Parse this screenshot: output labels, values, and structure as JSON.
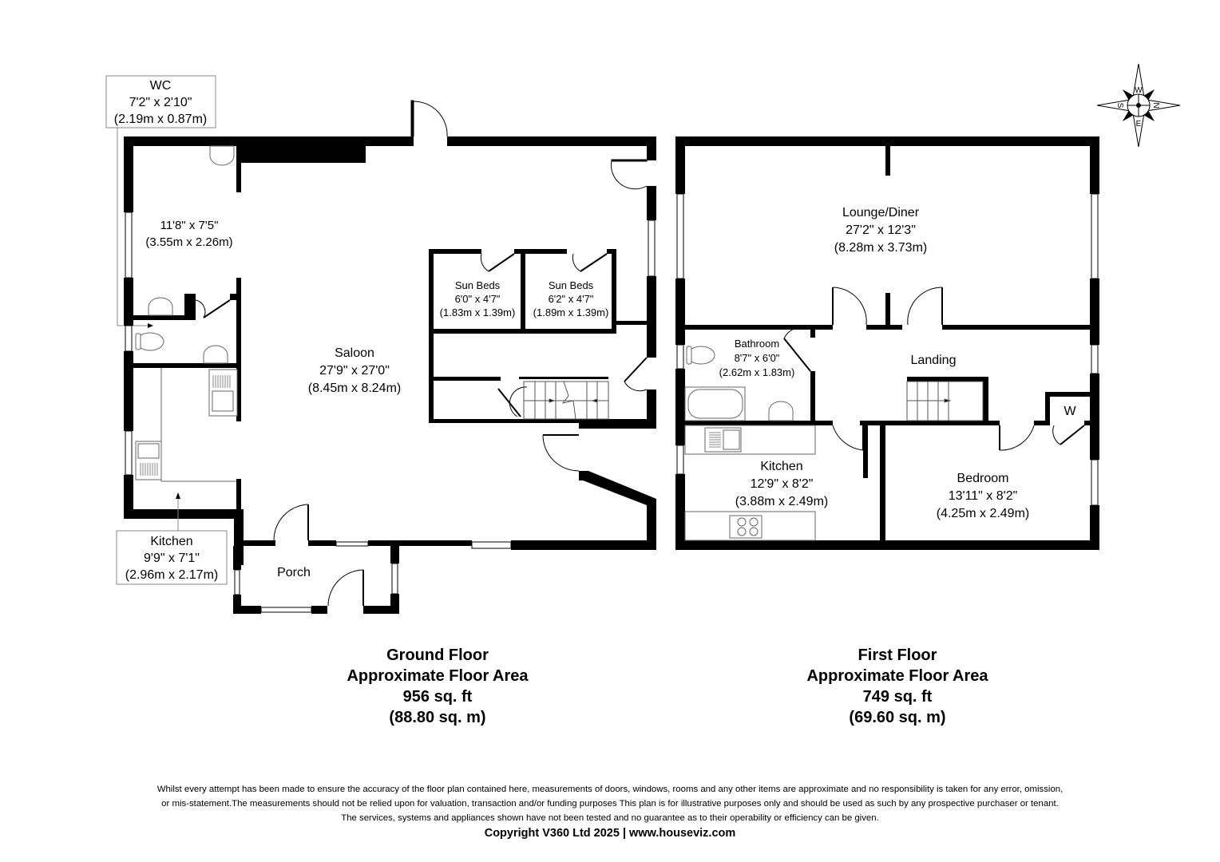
{
  "ground_floor": {
    "caption": {
      "title": "Ground Floor",
      "subtitle": "Approximate Floor Area",
      "area_sqft": "956 sq. ft",
      "area_sqm": "(88.80 sq. m)"
    },
    "rooms": {
      "wc": {
        "name": "WC",
        "dim_imperial": "7'2\" x 2'10\"",
        "dim_metric": "(2.19m x 0.87m)"
      },
      "unnamed_room": {
        "dim_imperial": "11'8\" x 7'5\"",
        "dim_metric": "(3.55m x 2.26m)"
      },
      "saloon": {
        "name": "Saloon",
        "dim_imperial": "27'9\" x 27'0\"",
        "dim_metric": "(8.45m x 8.24m)"
      },
      "sun_beds_1": {
        "name": "Sun Beds",
        "dim_imperial": "6'0\" x 4'7\"",
        "dim_metric": "(1.83m x 1.39m)"
      },
      "sun_beds_2": {
        "name": "Sun Beds",
        "dim_imperial": "6'2\" x 4'7\"",
        "dim_metric": "(1.89m x 1.39m)"
      },
      "kitchen": {
        "name": "Kitchen",
        "dim_imperial": "9'9\" x 7'1\"",
        "dim_metric": "(2.96m x 2.17m)"
      },
      "porch": {
        "name": "Porch"
      }
    }
  },
  "first_floor": {
    "caption": {
      "title": "First Floor",
      "subtitle": "Approximate Floor Area",
      "area_sqft": "749 sq. ft",
      "area_sqm": "(69.60 sq. m)"
    },
    "rooms": {
      "lounge_diner": {
        "name": "Lounge/Diner",
        "dim_imperial": "27'2\" x 12'3\"",
        "dim_metric": "(8.28m x 3.73m)"
      },
      "bathroom": {
        "name": "Bathroom",
        "dim_imperial": "8'7\" x 6'0\"",
        "dim_metric": "(2.62m x 1.83m)"
      },
      "landing": {
        "name": "Landing"
      },
      "kitchen": {
        "name": "Kitchen",
        "dim_imperial": "12'9\" x 8'2\"",
        "dim_metric": "(3.88m x 2.49m)"
      },
      "bedroom": {
        "name": "Bedroom",
        "dim_imperial": "13'11\" x 8'2\"",
        "dim_metric": "(4.25m x 2.49m)"
      },
      "wardrobe": {
        "name": "W"
      }
    }
  },
  "compass": {
    "n": "N",
    "s": "S",
    "e": "E",
    "w": "W"
  },
  "footer": {
    "disclaimer_lines": [
      "Whilst every attempt has been made to ensure the accuracy of the floor plan contained here, measurements of doors, windows, rooms and any other items are approximate and no responsibility is taken for any error, omission,",
      "or mis-statement.The measurements should not be relied upon for valuation, transaction and/or funding purposes This plan is for illustrative purposes only and should be used as such by any prospective purchaser or tenant.",
      "The services, systems and appliances shown have not been tested and no guarantee as to their operability or efficiency can be given."
    ],
    "copyright": "Copyright V360 Ltd 2025 | www.houseviz.com"
  },
  "colors": {
    "wall": "#000000",
    "background": "#ffffff",
    "fixture_line": "#555555",
    "label_box": "#888888"
  }
}
